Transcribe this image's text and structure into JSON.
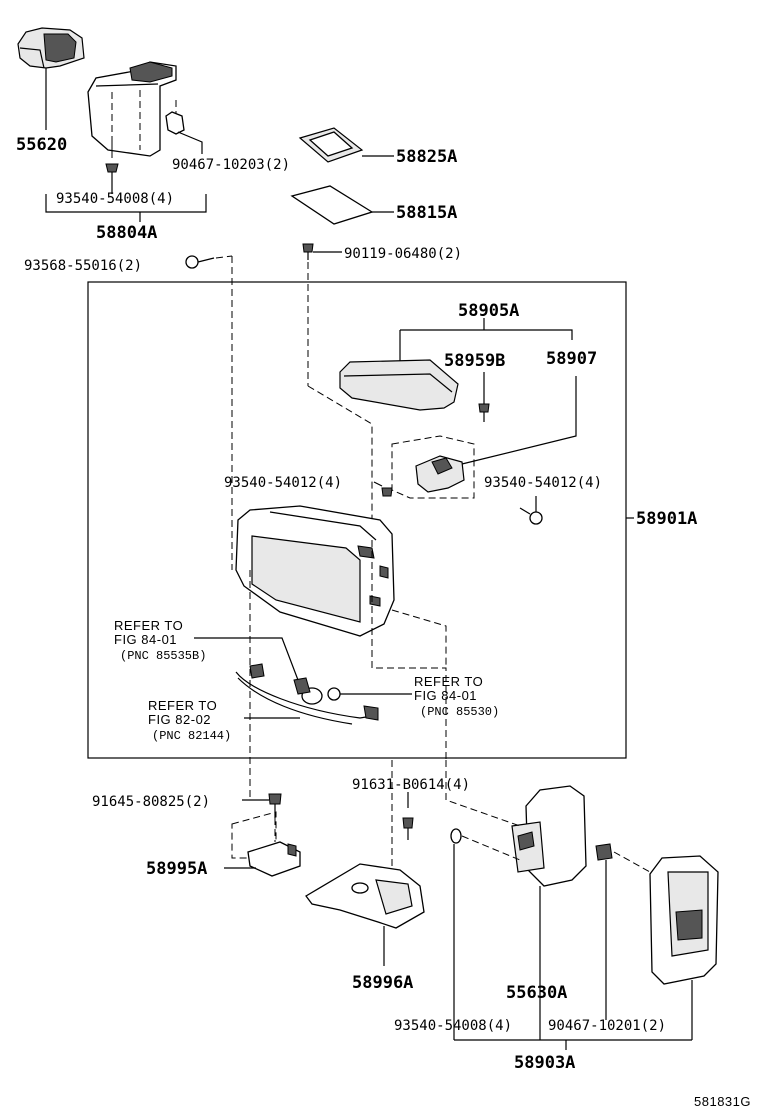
{
  "labels": {
    "p55620": "55620",
    "p90467_10203": "90467-10203(2)",
    "p93540_54008a": "93540-54008(4)",
    "p58804A": "58804A",
    "p58825A": "58825A",
    "p58815A": "58815A",
    "p93568": "93568-55016(2)",
    "p90119": "90119-06480(2)",
    "p58905A": "58905A",
    "p58959B": "58959B",
    "p58907": "58907",
    "p93540_54012a": "93540-54012(4)",
    "p93540_54012b": "93540-54012(4)",
    "p58901A": "58901A",
    "p91645": "91645-80825(2)",
    "p91631": "91631-B0614(4)",
    "p58995A": "58995A",
    "p58996A": "58996A",
    "p55630A": "55630A",
    "p93540_54008b": "93540-54008(4)",
    "p90467_10201": "90467-10201(2)",
    "p58903A": "58903A",
    "code": "581831G"
  },
  "refs": {
    "a1": "REFER TO",
    "a2": "FIG 84-01",
    "a3": "(PNC 85535B)",
    "b1": "REFER TO",
    "b2": "FIG 84-01",
    "b3": "(PNC 85530)",
    "c1": "REFER TO",
    "c2": "FIG 82-02",
    "c3": "(PNC 82144)"
  }
}
